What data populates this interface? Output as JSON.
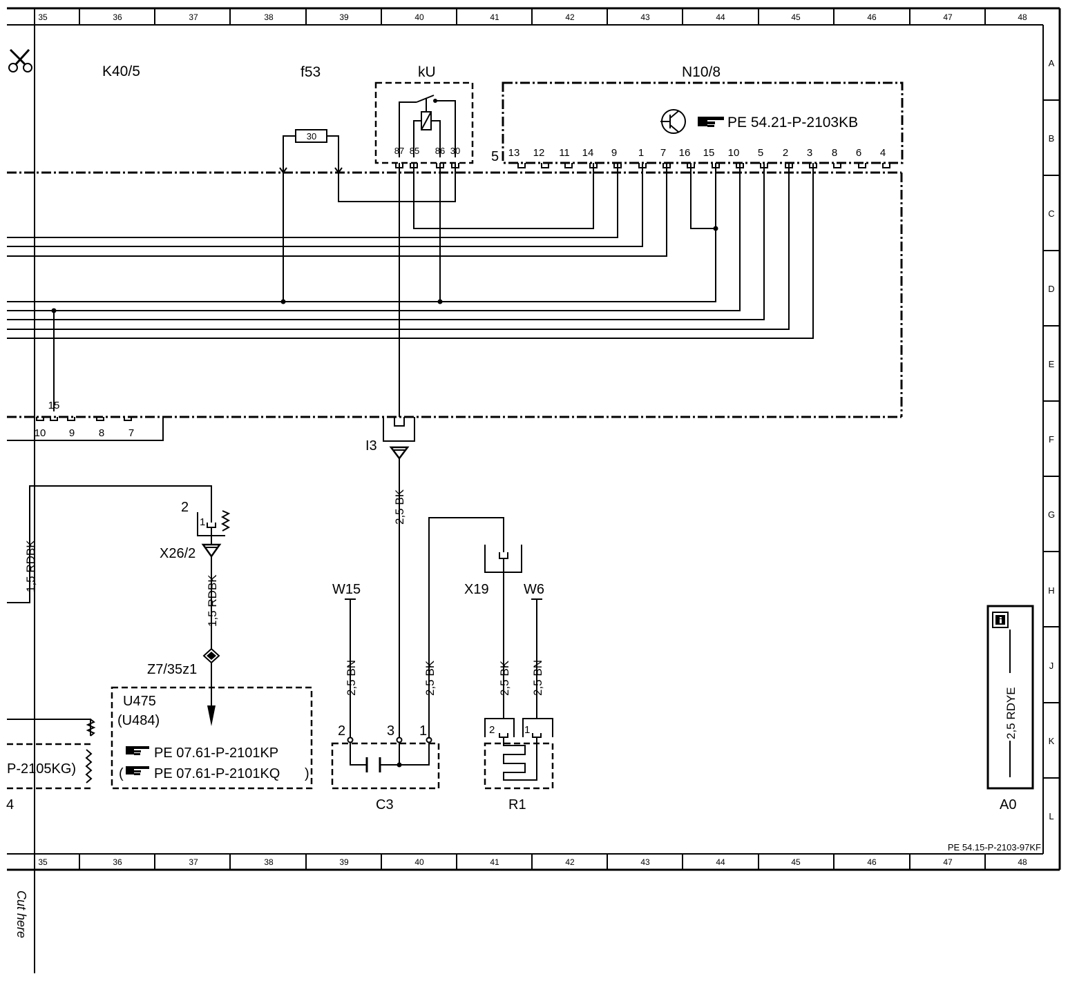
{
  "grid": {
    "columns": [
      "35",
      "36",
      "37",
      "38",
      "39",
      "40",
      "41",
      "42",
      "43",
      "44",
      "45",
      "46",
      "47",
      "48"
    ],
    "rows": [
      "A",
      "B",
      "C",
      "D",
      "E",
      "F",
      "G",
      "H",
      "J",
      "K",
      "L"
    ]
  },
  "components": {
    "k40_5": "K40/5",
    "f53": "f53",
    "f53_value": "30",
    "ku": "kU",
    "ku_pins": [
      "87",
      "85",
      "86",
      "30"
    ],
    "n10_8": "N10/8",
    "n10_8_ref": "PE 54.21-P-2103KB",
    "n10_8_pin_prefix": "5",
    "n10_8_pins": [
      "13",
      "12",
      "11",
      "14",
      "9",
      "1",
      "7",
      "16",
      "15",
      "10",
      "5",
      "2",
      "3",
      "8",
      "6",
      "4"
    ],
    "bottom_connector_pins": [
      "15",
      "10",
      "9",
      "8",
      "7"
    ],
    "i3": "I3",
    "x26_2": "X26/2",
    "x26_2_pins": [
      "2",
      "1"
    ],
    "z7_35z1": "Z7/35z1",
    "u475": "U475",
    "u484": "(U484)",
    "u475_ref": "PE 07.61-P-2101KP",
    "u484_ref": "PE 07.61-P-2101KQ",
    "u484_ref_open": "(",
    "u484_ref_close": ")",
    "left_ref_fragment": "P-2105KG)",
    "left_fragment": "4",
    "w15": "W15",
    "x19": "X19",
    "w6": "W6",
    "c3": "C3",
    "c3_pins": [
      "2",
      "3",
      "1"
    ],
    "r1": "R1",
    "r1_pins": [
      "2",
      "1"
    ],
    "a0": "A0"
  },
  "wires": {
    "left_rdbk": "1,5 RDBK",
    "x26_rdbk": "1,5 RDBK",
    "i3_bk": "2,5 BK",
    "w15_bn": "2,5 BN",
    "c3_bk": "2,5 BK",
    "x19_bk": "2,5 BK",
    "w6_bn": "2,5 BN",
    "a0_rdye": "2,5 RDYE"
  },
  "footer": {
    "doc_ref": "PE 54.15-P-2103-97KF",
    "cut_here": "Cut here"
  },
  "icons": [
    "scissors-icon",
    "pointing-hand-icon",
    "info-icon",
    "transistor-icon",
    "ground-icon",
    "fuse-icon",
    "relay-icon",
    "capacitor-icon",
    "heater-icon"
  ]
}
